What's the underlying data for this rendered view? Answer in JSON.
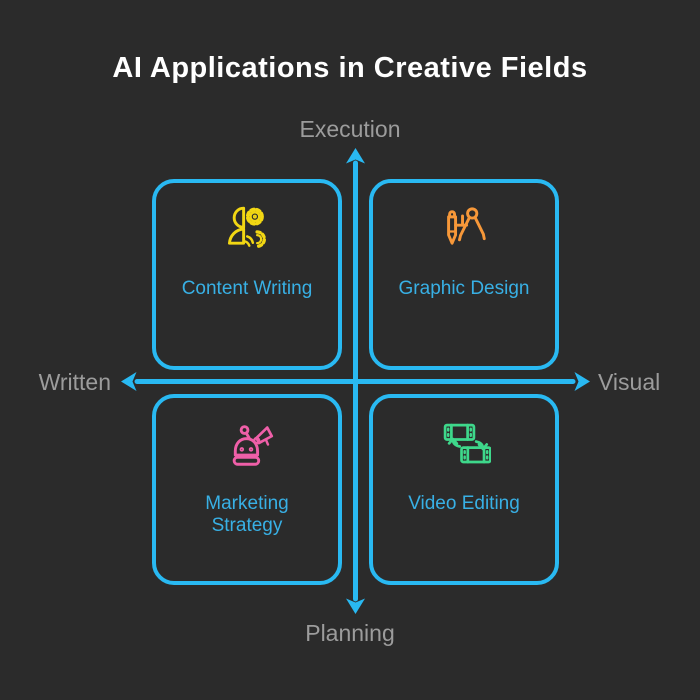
{
  "title": "AI Applications in Creative Fields",
  "axes": {
    "top": "Execution",
    "bottom": "Planning",
    "left": "Written",
    "right": "Visual"
  },
  "quadrants": [
    {
      "position": "top-left",
      "label": "Content Writing",
      "icon": "person-with-gears-icon",
      "color": "#f2d713"
    },
    {
      "position": "top-right",
      "label": "Graphic Design",
      "icon": "pencil-and-compass-icon",
      "color": "#f79839"
    },
    {
      "position": "bottom-left",
      "label": "Marketing Strategy",
      "icon": "robot-with-megaphone-icon",
      "color": "#ef5fa8"
    },
    {
      "position": "bottom-right",
      "label": "Video Editing",
      "icon": "film-clips-cycle-icon",
      "color": "#3ed88b"
    }
  ],
  "colors": {
    "background": "#2b2b2b",
    "accent": "#29b9f2",
    "quadrant_label": "#38b0e5",
    "axis_label": "#9c9c9c",
    "title": "#ffffff"
  }
}
